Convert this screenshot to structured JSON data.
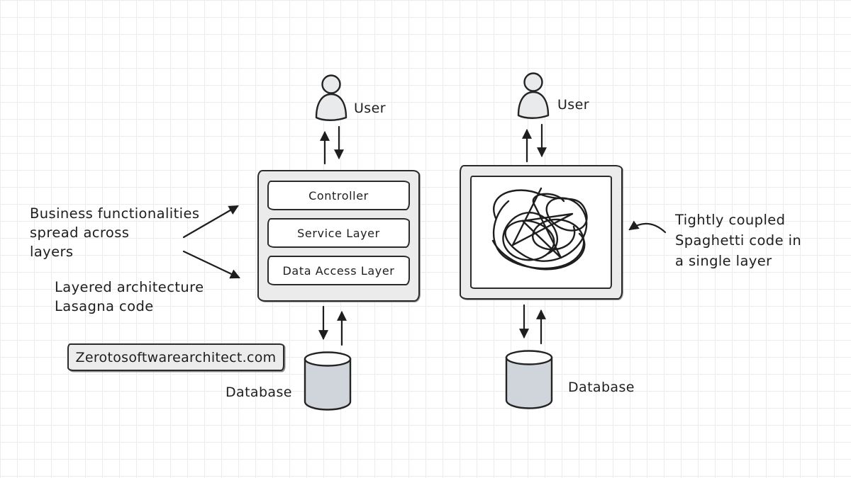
{
  "left_panel": {
    "user_label": "User",
    "box_layers": [
      "Controller",
      "Service Layer",
      "Data Access Layer"
    ],
    "database_label": "Database"
  },
  "right_panel": {
    "user_label": "User",
    "database_label": "Database"
  },
  "annotations": {
    "business_lines": [
      "Business functionalities",
      "spread across",
      "layers"
    ],
    "lasagna_lines": [
      "Layered architecture",
      "Lasagna code"
    ],
    "spaghetti_lines": [
      "Tightly coupled",
      "Spaghetti code in",
      "a single layer"
    ]
  },
  "branding": {
    "label": "Zerotosoftwarearchitect.com"
  },
  "colors": {
    "ink": "#1e1e1e",
    "box_fill": "#ebebeb",
    "layer_fill": "#ffffff",
    "cylinder_fill": "#cfd5da",
    "user_fill": "#e9eaec",
    "grid_line": "#ececec",
    "background": "#ffffff"
  }
}
